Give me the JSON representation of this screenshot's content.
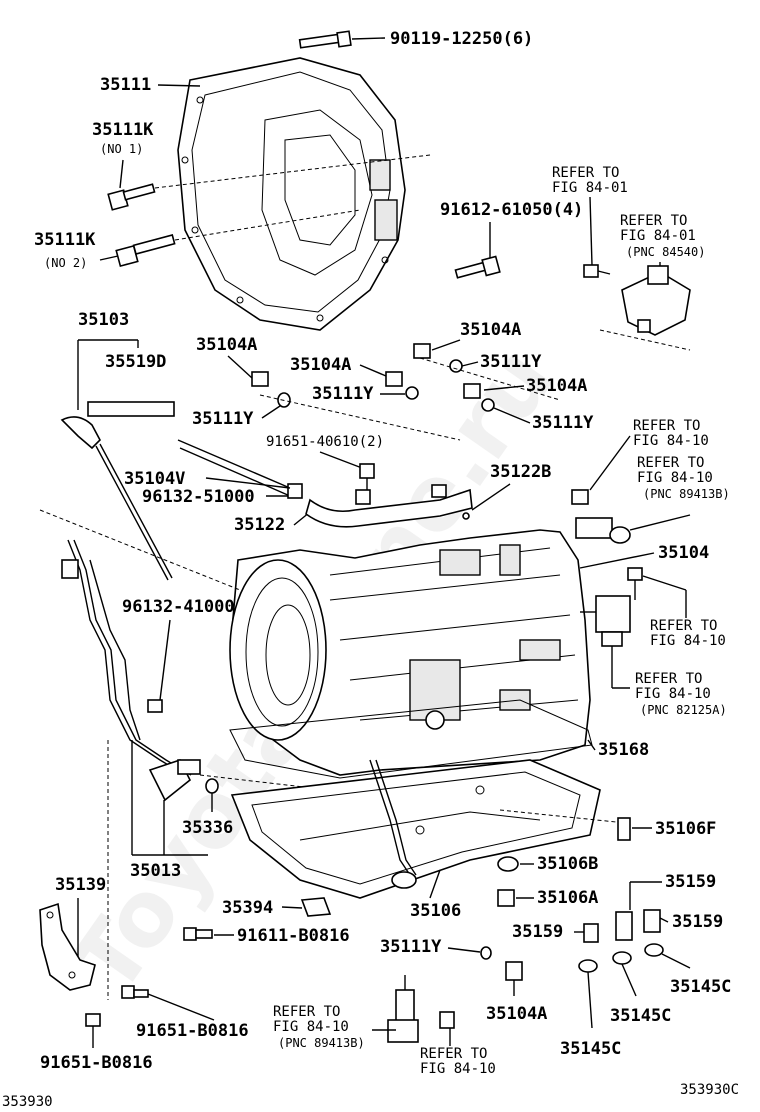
{
  "labels": {
    "p90119_12250": "90119-12250(6)",
    "p35111": "35111",
    "p35111k_1": "35111K",
    "no1": "(NO 1)",
    "p35111k_2": "35111K",
    "no2": "(NO 2)",
    "ref_8401_a_1": "REFER TO",
    "ref_8401_a_2": "FIG 84-01",
    "ref_8401_b_1": "REFER TO",
    "ref_8401_b_2": "FIG 84-01",
    "ref_8401_b_3": "(PNC 84540)",
    "p91612_61050": "91612-61050(4)",
    "p35103": "35103",
    "p35519d": "35519D",
    "p35104a_1": "35104A",
    "p35104a_2": "35104A",
    "p35104a_3": "35104A",
    "p35104a_4": "35104A",
    "p35104a_5": "35104A",
    "p35111y_1": "35111Y",
    "p35111y_2": "35111Y",
    "p35111y_3": "35111Y",
    "p35111y_4": "35111Y",
    "p35111y_5": "35111Y",
    "p91651_40610": "91651-40610(2)",
    "ref_8410_a_1": "REFER TO",
    "ref_8410_a_2": "FIG 84-10",
    "ref_8410_b_1": "REFER TO",
    "ref_8410_b_2": "FIG 84-10",
    "ref_8410_b_3": "(PNC 89413B)",
    "p35104v": "35104V",
    "p96132_51000": "96132-51000",
    "p35122b": "35122B",
    "p35122": "35122",
    "p35104": "35104",
    "p96132_41000": "96132-41000",
    "ref_8410_c_1": "REFER TO",
    "ref_8410_c_2": "FIG 84-10",
    "ref_8410_d_1": "REFER TO",
    "ref_8410_d_2": "FIG 84-10",
    "ref_8410_d_3": "(PNC 82125A)",
    "p35168": "35168",
    "p35336": "35336",
    "p35013": "35013",
    "p35106f": "35106F",
    "p35106b": "35106B",
    "p35106a": "35106A",
    "p35139": "35139",
    "p35394": "35394",
    "p35106": "35106",
    "p35159_1": "35159",
    "p35159_2": "35159",
    "p35159_3": "35159",
    "p91611_b0816": "91611-B0816",
    "p35145c_1": "35145C",
    "p35145c_2": "35145C",
    "p35145c_3": "35145C",
    "ref_8410_e_1": "REFER TO",
    "ref_8410_e_2": "FIG 84-10",
    "ref_8410_e_3": "(PNC 89413B)",
    "p91651_b0816_1": "91651-B0816",
    "p91651_b0816_2": "91651-B0816",
    "ref_8410_f_1": "REFER TO",
    "ref_8410_f_2": "FIG 84-10",
    "fig_id_left": "353930",
    "fig_id_right": "353930C"
  },
  "watermark": "Toyota-Mine.ru"
}
